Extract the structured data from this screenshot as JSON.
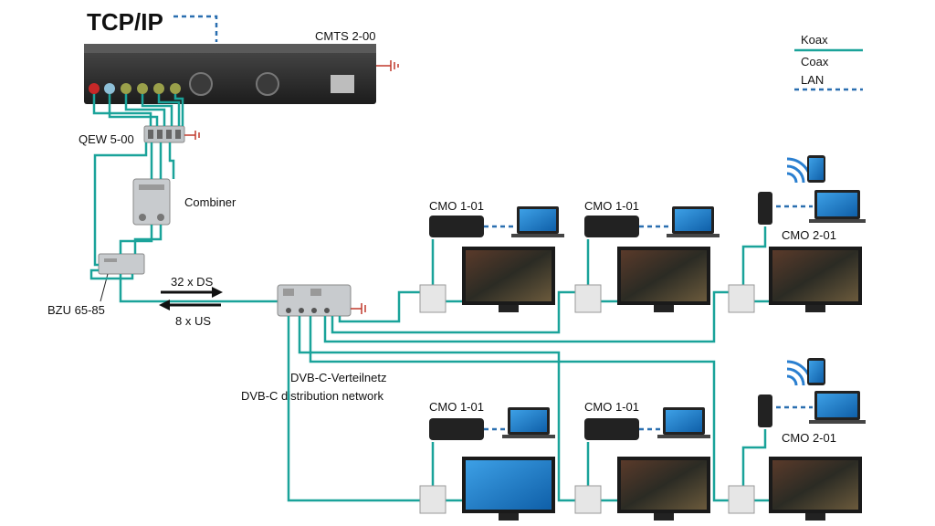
{
  "title": "TCP/IP",
  "devices": {
    "cmts": "CMTS 2-00",
    "qew": "QEW 5-00",
    "combiner": "Combiner",
    "bzu": "BZU 65-85"
  },
  "signals": {
    "ds": "32 x DS",
    "us": "8 x US"
  },
  "network": {
    "line1": "DVB-C-Verteilnetz",
    "line2": "DVB-C distribution network"
  },
  "legend": {
    "koax": "Koax",
    "coax": "Coax",
    "lan": "LAN"
  },
  "modems": {
    "top_left": "CMO 1-01",
    "top_mid": "CMO 1-01",
    "top_right": "CMO 2-01",
    "bot_left": "CMO 1-01",
    "bot_mid": "CMO 1-01",
    "bot_right": "CMO 2-01"
  },
  "colors": {
    "coax": "#1aa39a",
    "lan": "#2a6fb0",
    "device": "#222222"
  }
}
